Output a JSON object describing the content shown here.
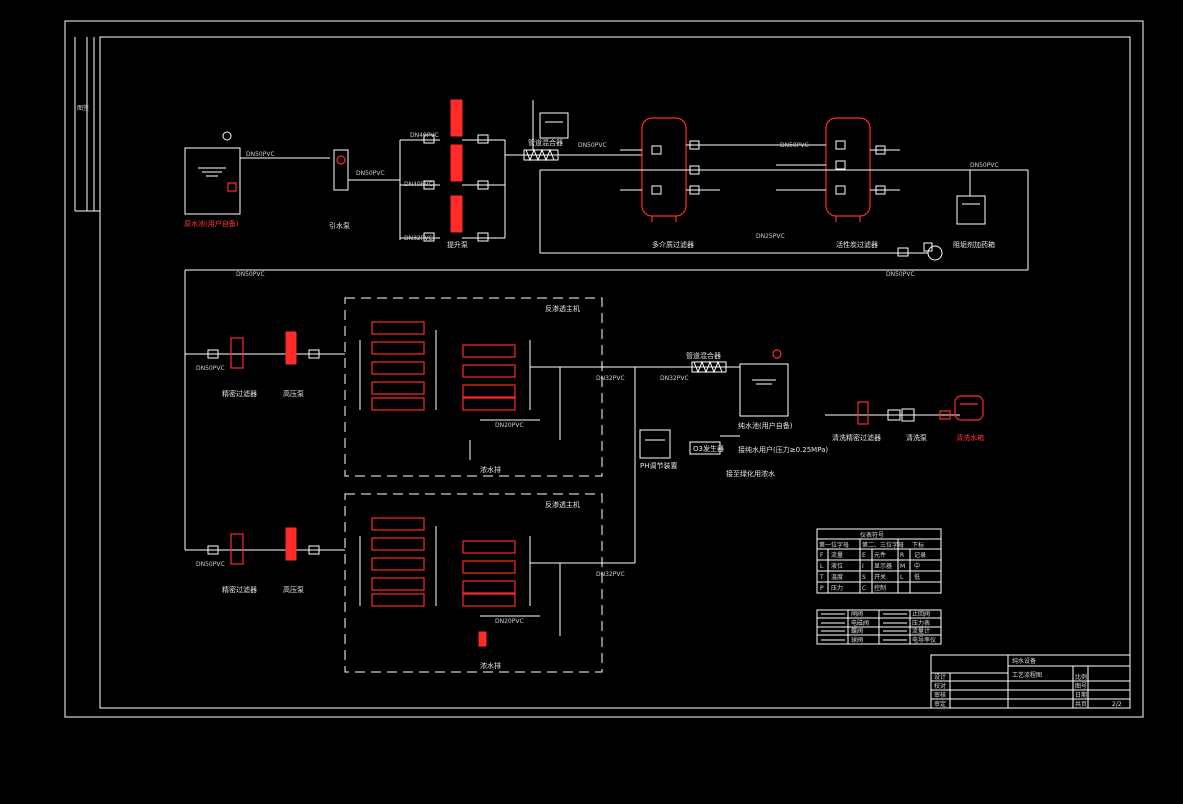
{
  "raw_tank": {
    "label": "原水池(用户自备)",
    "pipe": "DN50PVC"
  },
  "lift_pump": {
    "label": "引水泵"
  },
  "feed_pumps": {
    "label": "提升泵",
    "pipe": "DN40PVC"
  },
  "dosing": {
    "label": "管道混合器"
  },
  "media_filter": {
    "label": "多介质过滤器"
  },
  "carbon_filter": {
    "label": "活性炭过滤器"
  },
  "scale_dosing": {
    "label": "阻垢剂加药箱"
  },
  "precision_filter": {
    "label": "精密过滤器"
  },
  "hp_pump": {
    "label": "高压泵"
  },
  "ro_unit": {
    "label": "反渗透主机"
  },
  "pure_water_tank": {
    "label": "纯水池(用户自备)"
  },
  "ph_tank": {
    "label": "PH调节装置"
  },
  "clean_tank": {
    "label": "清洗水箱"
  },
  "clean_pump": {
    "label": "清洗泵"
  },
  "clean_filter": {
    "label": "清洗精密过滤器"
  },
  "reject": {
    "label": "浓水排"
  },
  "ozone": {
    "label": "O3发生器"
  },
  "to_user": {
    "label": "接纯水用户(压力≥0.25MPa)"
  },
  "reuse": {
    "label": "接至绿化用浓水"
  },
  "legend_table": {
    "title": "仪表符号",
    "rows": [
      [
        "第一位字母",
        "第二、三位字母",
        "下标"
      ],
      [
        "F",
        "流量",
        "E",
        "元件",
        "R",
        "记录"
      ],
      [
        "L",
        "液位",
        "I",
        "显示器",
        "M",
        "中"
      ],
      [
        "T",
        "温度",
        "S",
        "开关",
        "L",
        "低"
      ],
      [
        "P",
        "压力",
        "C",
        "控制",
        "",
        ""
      ]
    ]
  },
  "symbol_legend": {
    "rows": [
      [
        "闸阀",
        "止回阀"
      ],
      [
        "电磁阀",
        "压力表"
      ],
      [
        "蝶阀",
        "流量计"
      ],
      [
        "球阀",
        "电导率仪"
      ]
    ]
  },
  "title_block": {
    "project": "纯水设备",
    "drawing": "工艺流程图",
    "rows": [
      [
        "设计",
        "",
        "比例"
      ],
      [
        "校对",
        "",
        "图号"
      ],
      [
        "审核",
        "",
        "日期"
      ],
      [
        "审定",
        "",
        "共页"
      ]
    ],
    "sheet": "2/2"
  },
  "side_strip": {
    "label": "图签"
  },
  "pipe_tags": {
    "p1": "DN50PVC",
    "p2": "DN40PVC",
    "p3": "DN32PVC",
    "p4": "DN25PVC",
    "p5": "DN20PVC"
  }
}
